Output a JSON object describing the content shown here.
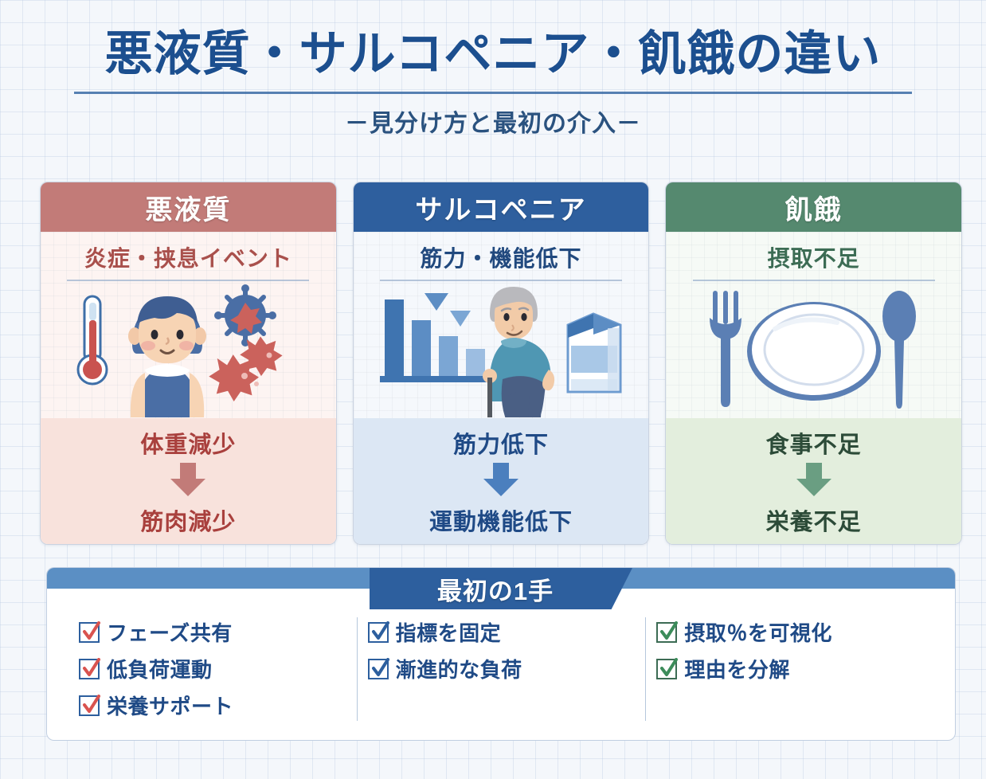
{
  "header": {
    "title": "悪液質・サルコペニア・飢餓の違い",
    "subtitle": "－見分け方と最初の介入－"
  },
  "cards": [
    {
      "theme": "red",
      "accent": "#c27b78",
      "title": "悪液質",
      "subtitle": "炎症・挟息イベント",
      "illustration": "fever-sick-person-virus-icon",
      "flow_from": "体重減少",
      "flow_to": "筋肉減少",
      "arrow_color": "#c27b78"
    },
    {
      "theme": "blue",
      "accent": "#2e5f9e",
      "title": "サルコペニア",
      "subtitle": "筋力・機能低下",
      "illustration": "declining-bar-chart-elderly-cane-milk-icon",
      "flow_from": "筋力低下",
      "flow_to": "運動機能低下",
      "arrow_color": "#4b7fbe"
    },
    {
      "theme": "green",
      "accent": "#55896f",
      "title": "飢餓",
      "subtitle": "摂取不足",
      "illustration": "empty-plate-fork-spoon-icon",
      "flow_from": "食事不足",
      "flow_to": "栄養不足",
      "arrow_color": "#6a9e82"
    }
  ],
  "panel": {
    "banner_label": "最初の1手",
    "columns": [
      {
        "check_color": "#d9534f",
        "items": [
          "フェーズ共有",
          "低負荷運動",
          "栄養サポート"
        ]
      },
      {
        "check_color": "#2d5f9e",
        "items": [
          "指標を固定",
          "漸進的な負荷"
        ]
      },
      {
        "check_color": "#3c8c5a",
        "items": [
          "摂取％を可視化",
          "理由を分解"
        ]
      }
    ]
  }
}
